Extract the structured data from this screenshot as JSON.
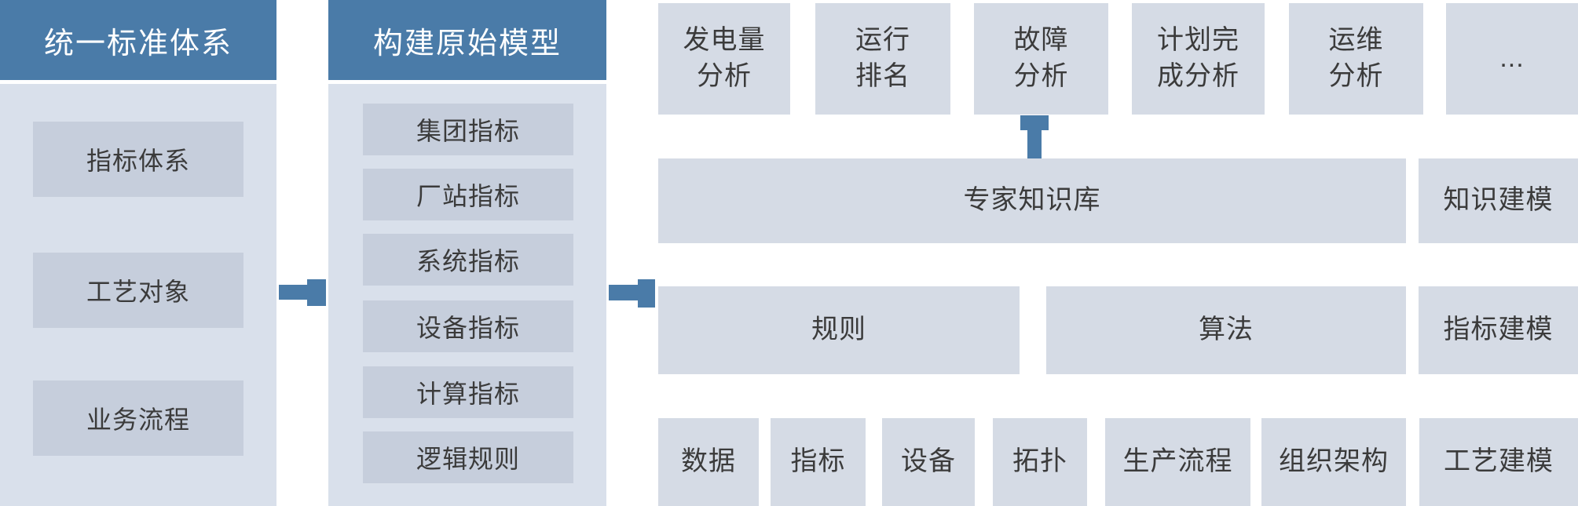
{
  "colors": {
    "accent_blue": "#4A7BA8",
    "panel_background": "#D9E0EB",
    "panel_box_fill": "#C6CEDC",
    "light_box_fill": "#D5DBE5",
    "text": "#3B3B3B"
  },
  "standard_column": {
    "title": "统一标准体系",
    "items": [
      {
        "label": "指标体系"
      },
      {
        "label": "工艺对象"
      },
      {
        "label": "业务流程"
      }
    ]
  },
  "model_column": {
    "title": "构建原始模型",
    "items": [
      {
        "label": "集团指标"
      },
      {
        "label": "厂站指标"
      },
      {
        "label": "系统指标"
      },
      {
        "label": "设备指标"
      },
      {
        "label": "计算指标"
      },
      {
        "label": "逻辑规则"
      }
    ]
  },
  "analysis_row": {
    "items": [
      {
        "label": "发电量\n分析"
      },
      {
        "label": "运行\n排名"
      },
      {
        "label": "故障\n分析"
      },
      {
        "label": "计划完\n成分析"
      },
      {
        "label": "运维\n分析"
      },
      {
        "label": "..."
      }
    ]
  },
  "knowledge_row": {
    "expert_kb": "专家知识库",
    "modeling": "知识建模"
  },
  "rule_row": {
    "rules": "规则",
    "algorithms": "算法",
    "modeling": "指标建模"
  },
  "object_row": {
    "items": [
      {
        "label": "数据"
      },
      {
        "label": "指标"
      },
      {
        "label": "设备"
      },
      {
        "label": "拓扑"
      },
      {
        "label": "生产流程"
      },
      {
        "label": "组织架构"
      }
    ],
    "modeling": "工艺建模"
  },
  "icons": {
    "arrow_standard_to_model": "right-arrow",
    "arrow_model_to_platform": "right-arrow",
    "arrow_kb_to_analysis": "up-arrow"
  }
}
